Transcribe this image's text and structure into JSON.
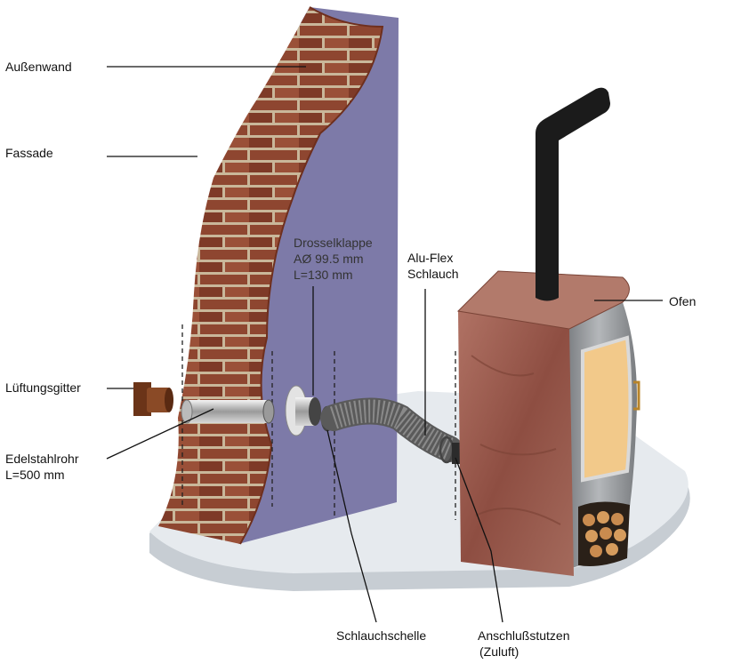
{
  "labels": {
    "aussenwand": "Außenwand",
    "fassade": "Fassade",
    "lueftungsgitter": "Lüftungsgitter",
    "edelstahlrohr": {
      "line1": "Edelstahlrohr",
      "line2": "L=500 mm"
    },
    "drosselklappe": {
      "line1": "Drosselklappe",
      "line2": "AØ 99.5 mm",
      "line3": "L=130 mm"
    },
    "aluflex": {
      "line1": "Alu-Flex",
      "line2": "Schlauch"
    },
    "ofen": "Ofen",
    "schlauchschelle": "Schlauchschelle",
    "anschlussstutzen": {
      "line1": "Anschlußstutzen",
      "line2": "(Zuluft)"
    }
  },
  "colors": {
    "brick": "#8e4630",
    "brick_dark": "#6e2f1d",
    "mortar": "#c9b79a",
    "facade": "#7d7aa8",
    "floor_top": "#e6eaee",
    "floor_edge": "#c7cdd3",
    "stove_stone": "#9a5a4c",
    "stove_steel": "#8f9296",
    "flue": "#1b1b1b",
    "hose": "#6b6b6b",
    "glass": "#f2c98a"
  }
}
